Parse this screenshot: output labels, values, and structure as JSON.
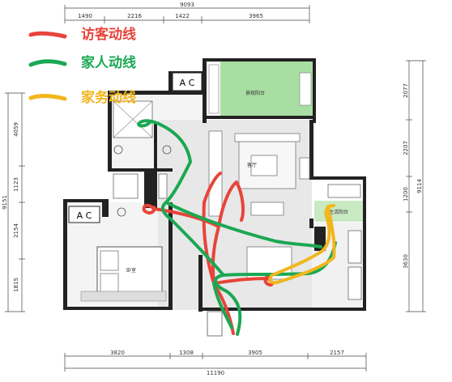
{
  "dimensions": {
    "top_total": "9093",
    "top_segments": [
      "1490",
      "2216",
      "1422",
      "3965"
    ],
    "bottom_segments": [
      "3820",
      "1308",
      "3905",
      "2157"
    ],
    "bottom_total": "11190",
    "left_total": "9151",
    "left_segments": [
      "4059",
      "1123",
      "2154",
      "1815"
    ],
    "right_total": "9114",
    "right_segments": [
      "2077",
      "2207",
      "1200",
      "3630"
    ]
  },
  "legend": [
    {
      "label": "访客动线",
      "color": "#e8443a"
    },
    {
      "label": "家人动线",
      "color": "#1aa853"
    },
    {
      "label": "家务动线",
      "color": "#f2b61d"
    }
  ],
  "rooms": {
    "balcony": "景观阳台",
    "living": "客厅",
    "service_balcony": "生活阳台",
    "bedroom": "卧室",
    "ac_top": "A C",
    "ac_left": "A C"
  },
  "colors": {
    "balcony_fill": "#a9dea2",
    "floor_fill": "#e8e8e8",
    "wall": "#222222"
  }
}
